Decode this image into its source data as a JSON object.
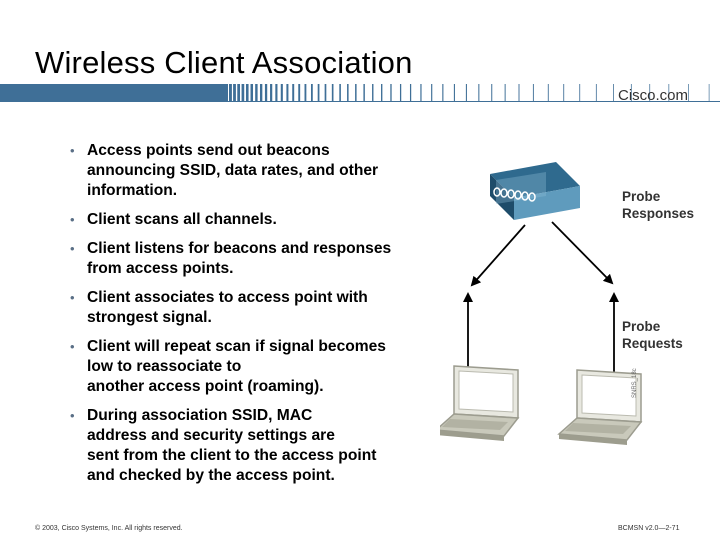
{
  "slide": {
    "title": "Wireless Client Association",
    "brand": "Cisco.com"
  },
  "bullets": [
    {
      "text": "Access points send out beacons\nannouncing SSID, data rates, and other\ninformation."
    },
    {
      "text": "Client scans all channels."
    },
    {
      "text": "Client listens for beacons and responses\nfrom access points."
    },
    {
      "text": "Client associates to access point with\nstrongest signal."
    },
    {
      "text": "Client will repeat scan if signal becomes\nlow to reassociate to\nanother access point (roaming)."
    },
    {
      "text": "During association SSID, MAC\naddress and security settings are\nsent from the client to the access point\nand checked by the access point."
    }
  ],
  "diagram": {
    "label_probe_responses": "Probe\nResponses",
    "label_probe_requests": "Probe\nRequests",
    "figure_id": "SNRS_18c"
  },
  "footer": {
    "copyright": "© 2003, Cisco Systems, Inc. All rights reserved.",
    "course_code": "BCMSN v2.0—2-71"
  },
  "colors": {
    "band": "#3f6f97",
    "ap_top": "#2f6a8e",
    "ap_front": "#5f9bbd",
    "bullet": "#5a6f86"
  }
}
